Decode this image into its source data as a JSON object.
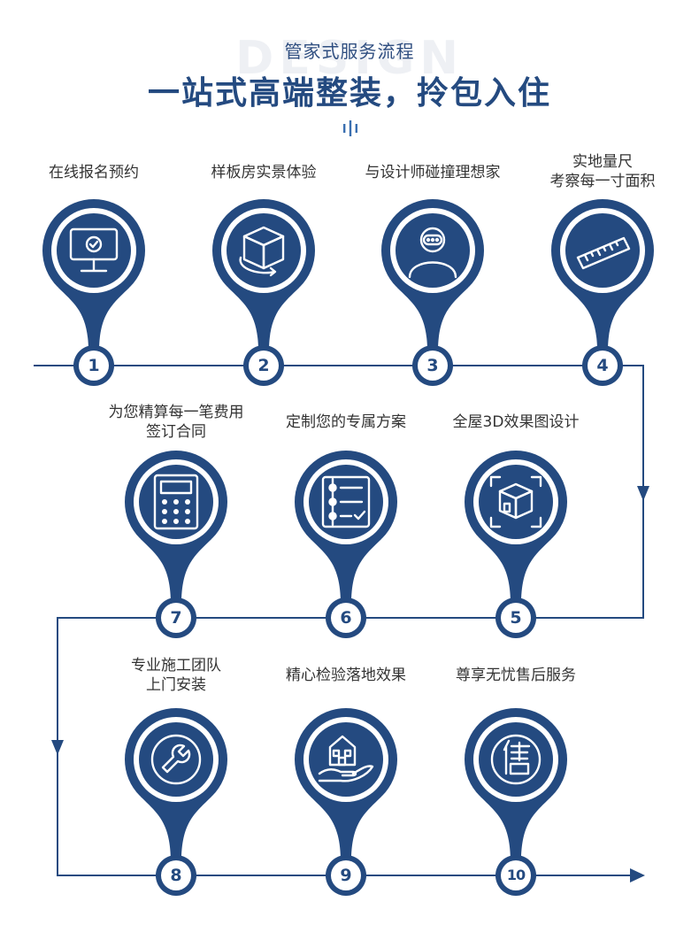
{
  "header": {
    "watermark": "DESIGN",
    "subtitle": "管家式服务流程",
    "title": "一站式高端整装，拎包入住"
  },
  "colors": {
    "primary": "#244a80",
    "text": "#333333",
    "background": "#ffffff"
  },
  "steps": [
    {
      "number": "1",
      "label": "在线报名预约",
      "icon": "monitor-check-icon"
    },
    {
      "number": "2",
      "label": "样板房实景体验",
      "icon": "3d-cube-icon"
    },
    {
      "number": "3",
      "label": "与设计师碰撞理想家",
      "icon": "person-chat-icon"
    },
    {
      "number": "4",
      "label": "实地量尺\n考察每一寸面积",
      "icon": "ruler-icon"
    },
    {
      "number": "5",
      "label": "全屋3D效果图设计",
      "icon": "3d-box-scan-icon"
    },
    {
      "number": "6",
      "label": "定制您的专属方案",
      "icon": "checklist-icon"
    },
    {
      "number": "7",
      "label": "为您精算每一笔费用\n签订合同",
      "icon": "calculator-icon"
    },
    {
      "number": "8",
      "label": "专业施工团队\n上门安装",
      "icon": "wrench-icon"
    },
    {
      "number": "9",
      "label": "精心检验落地效果",
      "icon": "house-hand-icon"
    },
    {
      "number": "10",
      "label": "尊享无忧售后服务",
      "icon": "after-sales-icon"
    }
  ]
}
